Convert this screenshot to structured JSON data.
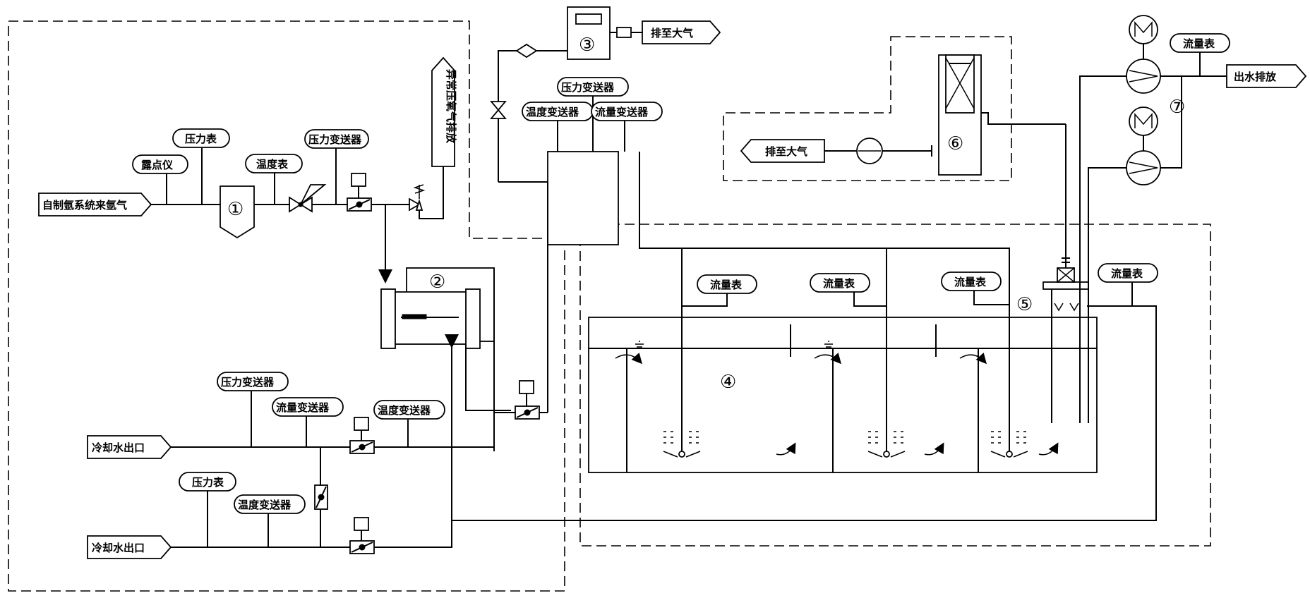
{
  "labels": {
    "argon_inlet": "自制氩系统来氩气",
    "dew_point": "露点仪",
    "pressure_gauge_top": "压力表",
    "temp_gauge": "温度表",
    "pressure_transmitter_top": "压力变送器",
    "abnormal_exhaust": "异常压氧气排放",
    "vent_atmosphere_3": "排至大气",
    "pressure_transmitter_3": "压力变送器",
    "temp_transmitter_3": "温度变送器",
    "flow_transmitter_3": "流量变送器",
    "vent_atmosphere_6": "排至大气",
    "flowmeter_pump": "流量表",
    "outlet_discharge": "出水排放",
    "flowmeter_a": "流量表",
    "flowmeter_b": "流量表",
    "flowmeter_c": "流量表",
    "flowmeter_d": "流量表",
    "pressure_transmitter_cw": "压力变送器",
    "flow_transmitter_cw": "流量变送器",
    "temp_transmitter_cw": "温度变送器",
    "cooling_outlet_1": "冷却水出口",
    "pressure_gauge_cw": "压力表",
    "temp_transmitter_cw2": "温度变送器",
    "cooling_outlet_2": "冷却水出口"
  },
  "numbers": {
    "n1": "①",
    "n2": "②",
    "n3": "③",
    "n4": "④",
    "n5": "⑤",
    "n6": "⑥",
    "n7": "⑦"
  }
}
